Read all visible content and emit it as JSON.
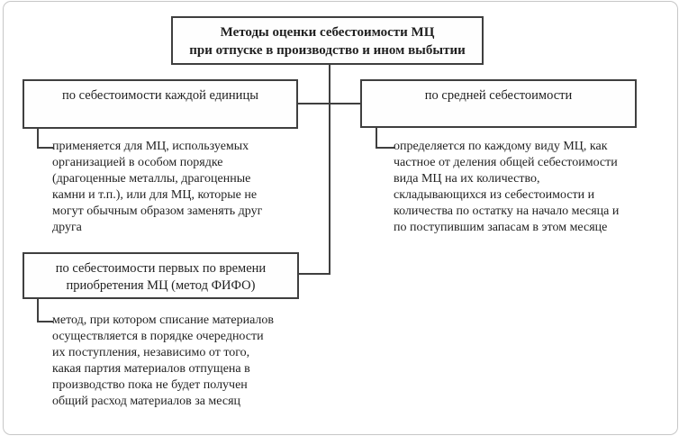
{
  "diagram": {
    "title": "Методы оценки себестоимости МЦ\nпри отпуске в производство и ином выбытии",
    "nodes": {
      "unit_cost": {
        "label": "по себестоимости каждой единицы",
        "description": "применяется для МЦ, используемых\nорганизацией в особом порядке\n(драгоценные металлы, драгоценные\nкамни и т.п.), или для МЦ, которые не\nмогут обычным образом заменять друг\nдруга"
      },
      "average_cost": {
        "label": "по средней себестоимости",
        "description": "определяется по каждому виду МЦ, как\nчастное от деления общей себестоимости\nвида МЦ на их количество,\nскладывающихся из себестоимости и\nколичества по остатку на начало месяца и\nпо поступившим запасам в этом месяце"
      },
      "fifo": {
        "label": "по себестоимости первых по времени\nприобретения МЦ (метод ФИФО)",
        "description": "метод, при котором списание материалов\nосуществляется в порядке очередности\nих поступления, независимо от того,\nкакая партия материалов отпущена в\nпроизводство пока не будет получен\nобщий расход материалов за месяц"
      }
    },
    "colors": {
      "box_border": "#3f3f3f",
      "text": "#1f1f1f",
      "page_border": "#c7c7c7",
      "background": "#ffffff"
    }
  }
}
